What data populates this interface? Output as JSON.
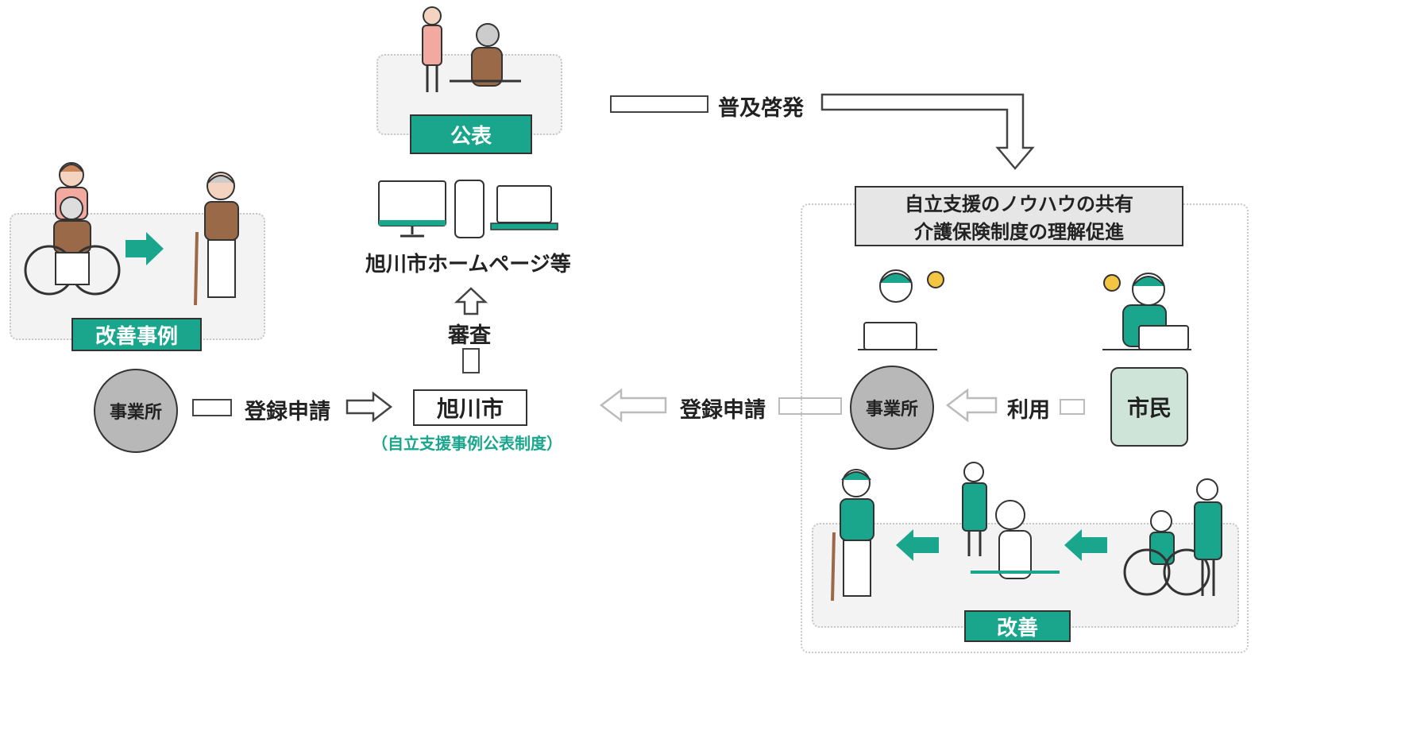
{
  "left": {
    "label": "改善事例"
  },
  "top": {
    "label": "公表"
  },
  "web": {
    "caption": "旭川市ホームページ等"
  },
  "review": {
    "label": "審査"
  },
  "flow": {
    "office_left": "事業所",
    "register_left": "登録申請",
    "city": "旭川市",
    "system": "（自立支援事例公表制度）",
    "register_right": "登録申請",
    "office_right": "事業所",
    "use": "利用",
    "citizen": "市民",
    "promote": "普及啓発"
  },
  "goal": {
    "line1": "自立支援のノウハウの共有",
    "line2": "介護保険制度の理解促進"
  },
  "right": {
    "label": "改善"
  },
  "colors": {
    "green": "#1aa68c",
    "gray": "#b8b8b8",
    "citizen_bg": "#cfe4d9"
  }
}
